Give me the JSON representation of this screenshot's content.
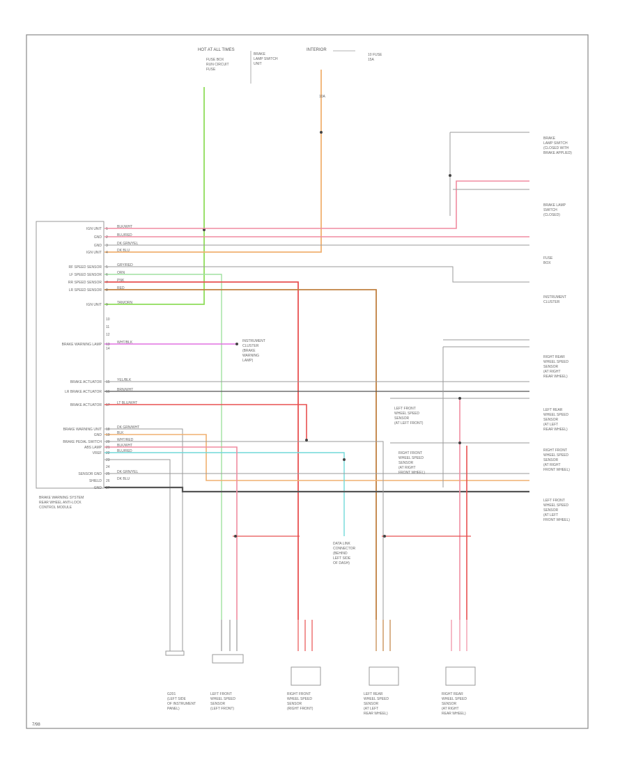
{
  "diagram": {
    "footer_code": "7/98",
    "module_caption": [
      "BRAKE WARNING SYSTEM",
      "REAR WHEEL ANTI-LOCK",
      "CONTROL MODULE"
    ],
    "top_left_label": [
      "HOT AT ALL TIMES"
    ],
    "top_left_sub": [
      "FUSE BOX",
      "RUN CIRCUIT",
      "FUSE"
    ],
    "top_mid_sub": [
      "BRAKE",
      "LAMP SWITCH",
      "UNIT"
    ],
    "top_right_label": [
      "INTERIOR"
    ],
    "top_right_sub": [
      "10 FUSE",
      "15A"
    ],
    "fuse_label": "10A",
    "left_pins": [
      "IGN UNIT",
      "GND",
      "GND",
      "IGN UNIT",
      "RF SPEED SENSOR",
      "LF SPEED SENSOR",
      "RR SPEED SENSOR",
      "LR SPEED SENSOR",
      "IGN UNIT",
      "BRAKE WARNING LAMP",
      "BRAKE ACTUATOR",
      "LR BRAKE ACTUATOR",
      "BRAKE ACTUATOR",
      "BRAKE WARNING UNIT",
      "GND",
      "BRAKE PEDAL SWITCH",
      "ABS LAMP",
      "VREF",
      "SENSOR GND",
      "SHIELD",
      "GND"
    ],
    "wire_labels": [
      "BLK/WHT",
      "BLU/RED",
      "DK GRN/YEL",
      "DK BLU",
      "GRY/RED",
      "ORN",
      "PNK",
      "RED",
      "TAN/ORN",
      "WHT/BLK",
      "YEL/BLK",
      "BRN/WHT",
      "LT BLU/WHT",
      "DK GRN/WHT",
      "BLK",
      "WHT/RED"
    ],
    "right_labels": [
      [
        "BRAKE",
        "LAMP SWITCH",
        "(CLOSED WITH",
        "BRAKE APPLIED)"
      ],
      [
        "BRAKE LAMP",
        "SWITCH",
        "(CLOSED)"
      ],
      [
        "FUSE",
        "BOX"
      ],
      [
        "INSTRUMENT",
        "CLUSTER"
      ],
      [
        "RIGHT REAR",
        "WHEEL SPEED",
        "SENSOR",
        "(AT RIGHT",
        "REAR WHEEL)"
      ],
      [
        "LEFT REAR",
        "WHEEL SPEED",
        "SENSOR",
        "(AT LEFT",
        "REAR WHEEL)"
      ],
      [
        "RIGHT FRONT",
        "WHEEL SPEED",
        "SENSOR",
        "(AT RIGHT",
        "FRONT WHEEL)"
      ],
      [
        "LEFT FRONT",
        "WHEEL SPEED",
        "SENSOR",
        "(AT LEFT",
        "FRONT WHEEL)"
      ]
    ],
    "mid_right_labels": [
      [
        "LEFT FRONT",
        "WHEEL SPEED",
        "SENSOR",
        "(AT LEFT FRONT)"
      ],
      [
        "RIGHT FRONT",
        "WHEEL SPEED",
        "SENSOR",
        "(AT RIGHT",
        "FRONT WHEEL)"
      ]
    ],
    "warning_label": [
      "INSTRUMENT",
      "CLUSTER",
      "(BRAKE",
      "WARNING",
      "LAMP)"
    ],
    "center_label": [
      "DATA LINK",
      "CONNECTOR",
      "(BEHIND",
      "LEFT SIDE",
      "OF DASH)"
    ],
    "bottom_labels": [
      [
        "G201",
        "(LEFT SIDE",
        "OF INSTRUMENT",
        "PANEL)"
      ],
      [
        "LEFT FRONT",
        "WHEEL SPEED",
        "SENSOR",
        "(LEFT FRONT)"
      ],
      [
        "RIGHT FRONT",
        "WHEEL SPEED",
        "SENSOR",
        "(RIGHT FRONT)"
      ],
      [
        "LEFT REAR",
        "WHEEL SPEED",
        "SENSOR",
        "(AT LEFT",
        "REAR WHEEL)"
      ],
      [
        "RIGHT REAR",
        "WHEEL SPEED",
        "SENSOR",
        "(AT RIGHT",
        "REAR WHEEL)"
      ]
    ],
    "colors": {
      "green": "#8fdc5a",
      "pink": "#f08ca0",
      "red": "#e85050",
      "orange": "#f0b070",
      "brown": "#c08040",
      "magenta": "#e070e0",
      "cyan": "#70d8d8",
      "gray": "#9a9a9a",
      "dark": "#555555",
      "light_green": "#a0e0a0"
    }
  }
}
